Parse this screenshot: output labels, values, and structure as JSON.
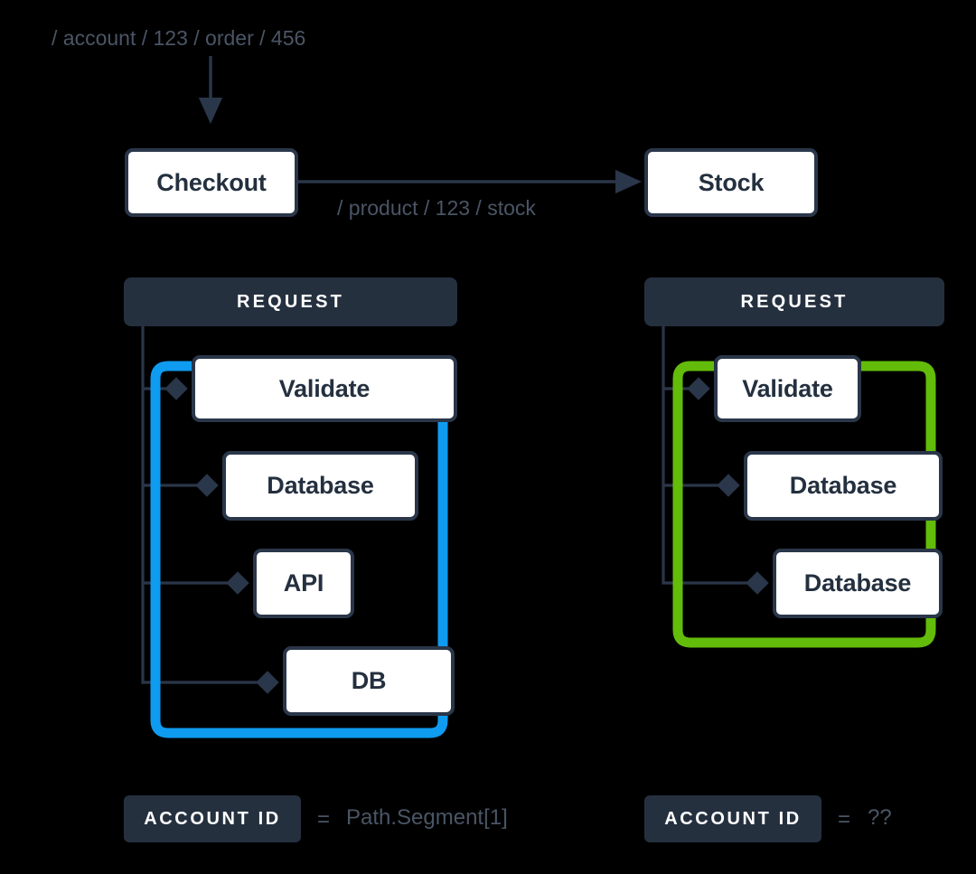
{
  "diagram": {
    "title": "Request path propagation diagram",
    "background_color": "#000000",
    "colors": {
      "node_border": "#2a3649",
      "node_fill": "#ffffff",
      "header_bar": "#25303f",
      "muted_text": "#4a5565",
      "connector": "#2a3649",
      "highlight_blue": "#0f9bf0",
      "highlight_green": "#63bb0a"
    }
  },
  "top": {
    "incoming_path": "/ account / 123 / order / 456",
    "checkout_node": "Checkout",
    "outgoing_path": "/ product / 123 / stock",
    "stock_node": "Stock",
    "down_arrow_icon": "arrow-down-icon",
    "right_arrow_icon": "arrow-right-icon"
  },
  "left_panel": {
    "header": "REQUEST",
    "highlight_color": "#0f9bf0",
    "steps": [
      {
        "label": "Validate"
      },
      {
        "label": "Database"
      },
      {
        "label": "API"
      },
      {
        "label": "DB"
      }
    ],
    "footer": {
      "badge": "ACCOUNT ID",
      "equals": "=",
      "value": "Path.Segment[1]"
    }
  },
  "right_panel": {
    "header": "REQUEST",
    "highlight_color": "#63bb0a",
    "steps": [
      {
        "label": "Validate"
      },
      {
        "label": "Database"
      },
      {
        "label": "Database"
      }
    ],
    "footer": {
      "badge": "ACCOUNT ID",
      "equals": "=",
      "value": "??"
    }
  }
}
